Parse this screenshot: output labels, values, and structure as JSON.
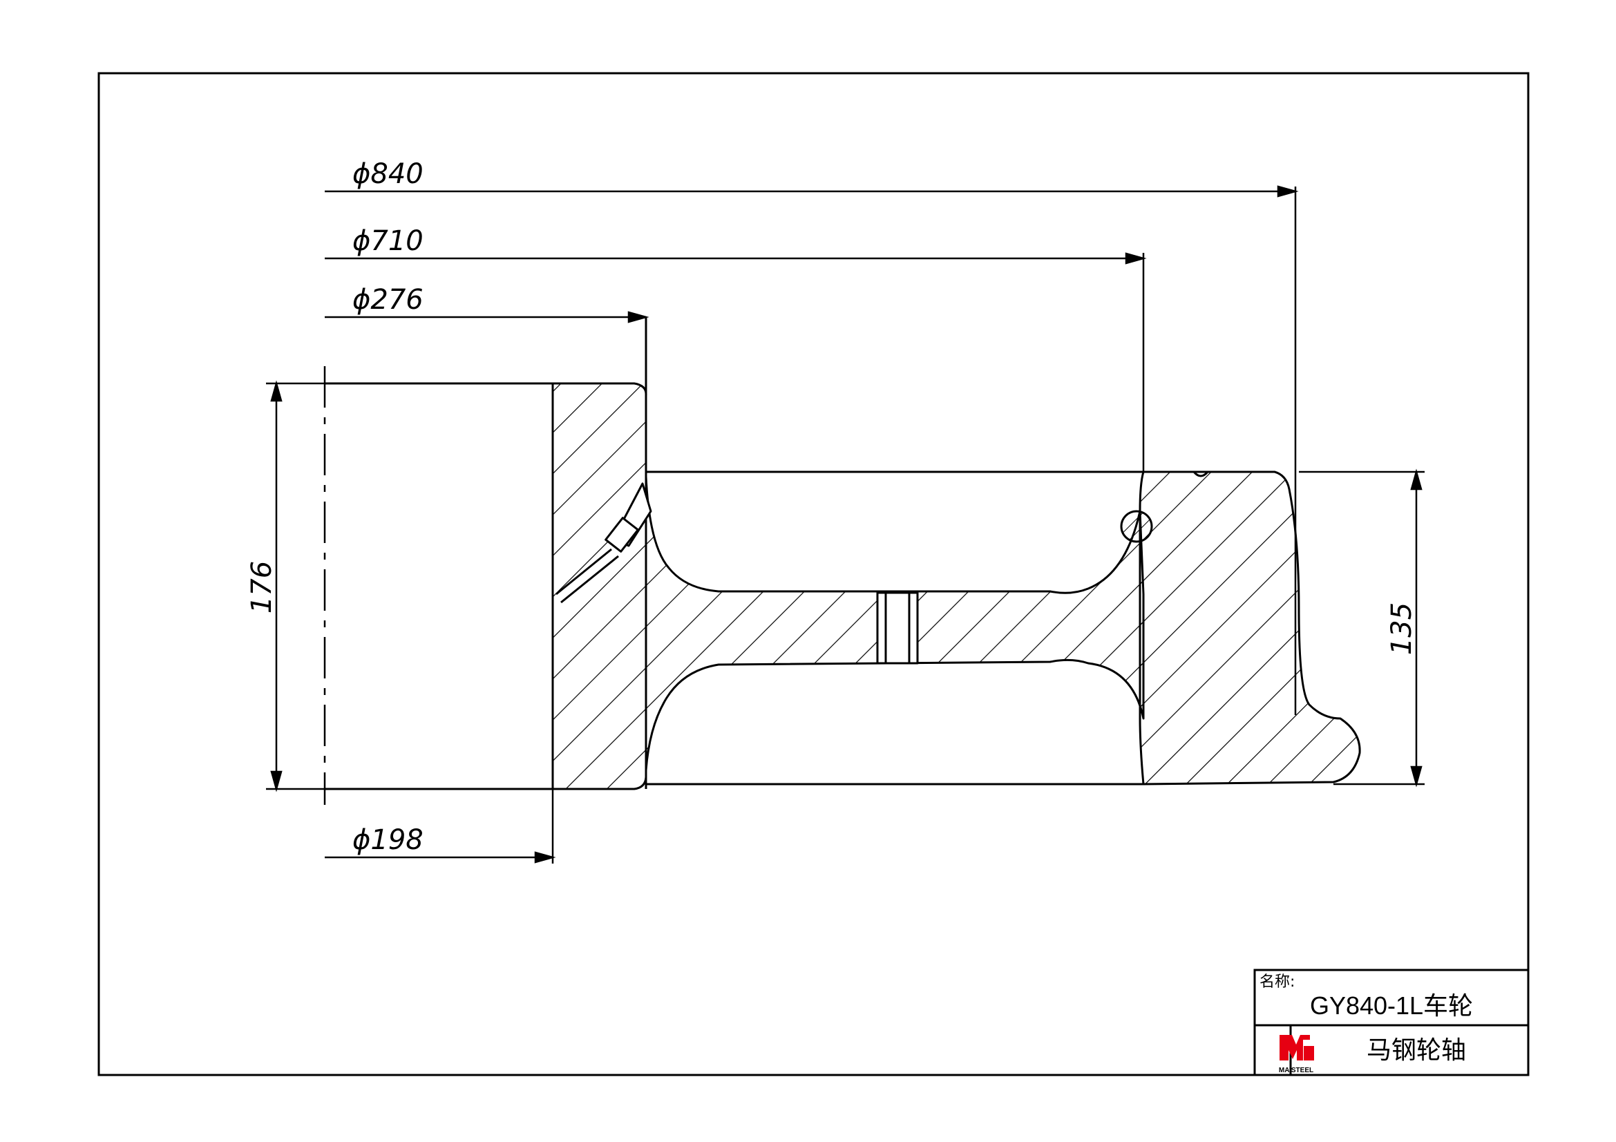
{
  "dimensions": {
    "d840": "ϕ840",
    "d710": "ϕ710",
    "d276": "ϕ276",
    "d198": "ϕ198",
    "h176": "176",
    "h135": "135"
  },
  "title_block": {
    "name_label": "名称:",
    "part_name": "GY840-1L车轮",
    "company": "马钢轮轴",
    "logo_text": "MA STEEL"
  },
  "colors": {
    "line": "#000000",
    "logo_red": "#e60012",
    "background": "#ffffff"
  }
}
